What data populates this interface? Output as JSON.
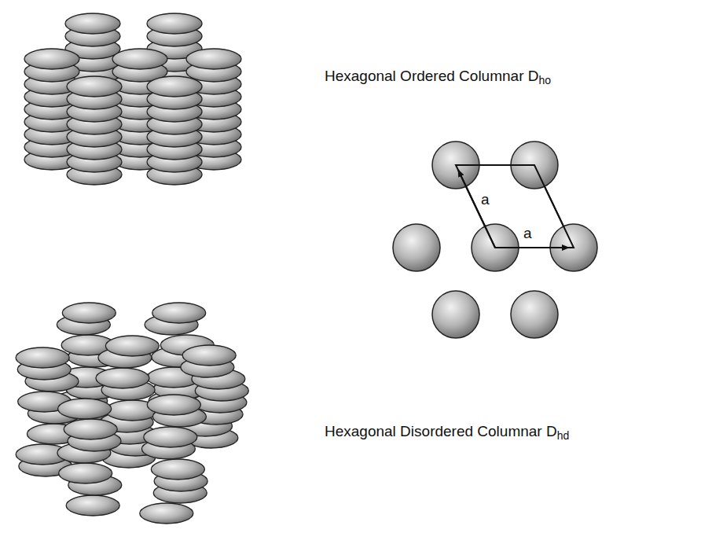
{
  "diagram": {
    "labels": [
      "Hexagonal Ordered Columnar D",
      "ho",
      "a",
      "a",
      "Hexagonal Disordered Columnar D",
      "hd"
    ]
  }
}
